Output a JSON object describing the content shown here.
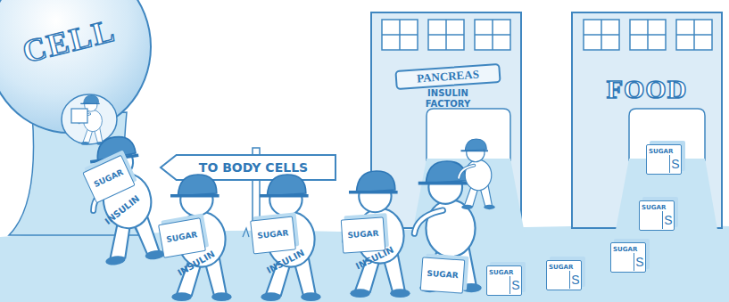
{
  "diagram": {
    "nodes": [
      {
        "text": [
          "CELL"
        ]
      },
      {
        "text": [
          "PANCREAS",
          "INSULIN FACTORY"
        ]
      },
      {
        "text": [
          "FOOD"
        ]
      },
      {
        "text": [
          "TO BODY CELLS"
        ]
      },
      {
        "text": [
          "SUGAR"
        ]
      },
      {
        "text": [
          "SUGAR"
        ]
      },
      {
        "text": [
          "SUGAR"
        ]
      },
      {
        "text": [
          "SUGAR"
        ]
      },
      {
        "text": [
          "SUGAR"
        ]
      },
      {
        "text": [
          "SUGAR",
          "S"
        ]
      },
      {
        "text": [
          "SUGAR",
          "S"
        ]
      },
      {
        "text": [
          "SUGAR",
          "S"
        ]
      },
      {
        "text": [
          "SUGAR",
          "S"
        ]
      },
      {
        "text": [
          "SUGAR",
          "S"
        ]
      }
    ],
    "labels": [
      "INSULIN",
      "INSULIN",
      "INSULIN",
      "INSULIN"
    ]
  }
}
